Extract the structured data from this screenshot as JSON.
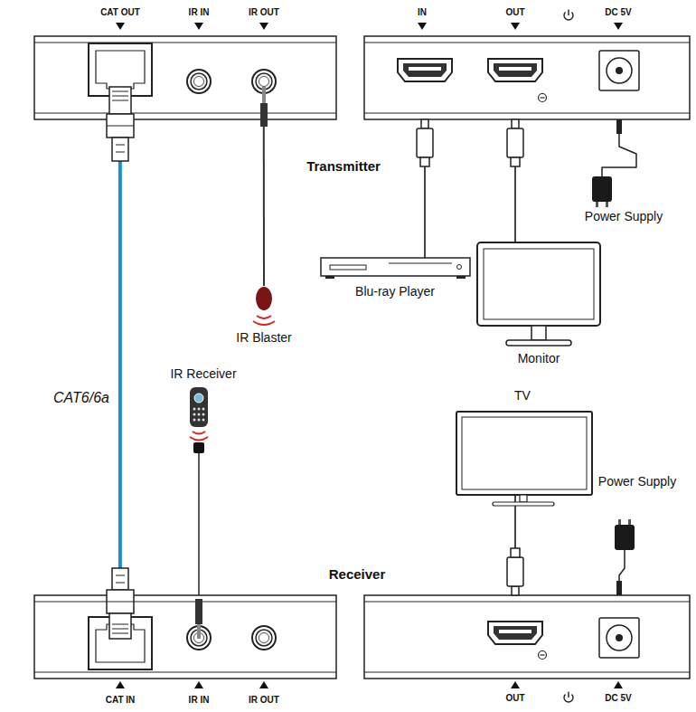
{
  "diagram": {
    "nodes": [
      {
        "text": [
          "CAT OUT",
          "IR IN",
          "IR OUT"
        ]
      },
      {
        "text": [
          "IN",
          "OUT",
          "DC 5V"
        ]
      },
      {
        "text": [
          "IR Blaster"
        ]
      },
      {
        "text": [
          "Blu-ray Player"
        ]
      },
      {
        "text": [
          "Monitor"
        ]
      },
      {
        "text": [
          "Power Supply"
        ]
      },
      {
        "text": [
          "IR Receiver"
        ]
      },
      {
        "text": [
          "TV"
        ]
      },
      {
        "text": [
          "Power Supply"
        ]
      },
      {
        "text": [
          "CAT IN",
          "IR IN",
          "IR OUT"
        ]
      },
      {
        "text": [
          "OUT",
          "DC 5V"
        ]
      }
    ],
    "edges": [
      {
        "from": 0,
        "to": 9,
        "arrow": "none",
        "label": "CAT6/6a"
      },
      {
        "from": 0,
        "to": 2,
        "arrow": "none"
      },
      {
        "from": 3,
        "to": 1,
        "arrow": "none"
      },
      {
        "from": 1,
        "to": 4,
        "arrow": "none"
      },
      {
        "from": 1,
        "to": 5,
        "arrow": "none"
      },
      {
        "from": 6,
        "to": 9,
        "arrow": "none"
      },
      {
        "from": 7,
        "to": 10,
        "arrow": "none"
      },
      {
        "from": 8,
        "to": 10,
        "arrow": "none"
      }
    ],
    "labels": [
      "Transmitter",
      "Receiver"
    ]
  }
}
